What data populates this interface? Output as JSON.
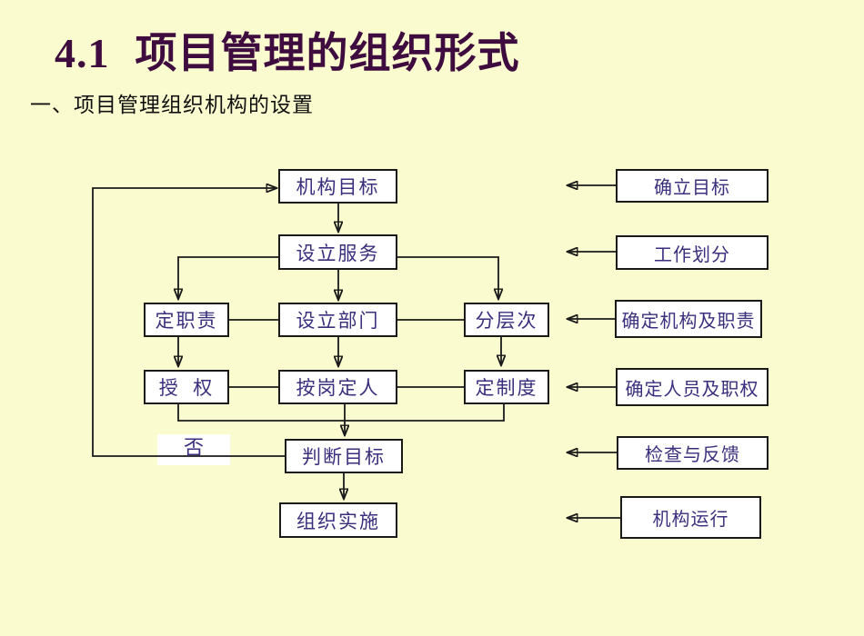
{
  "slide": {
    "section_number": "4.1",
    "title": "项目管理的组织形式",
    "subtitle": "一、项目管理组织机构的设置"
  },
  "flowchart": {
    "nodes": [
      {
        "label": "机构目标"
      },
      {
        "label": "设立服务"
      },
      {
        "label": "定职责"
      },
      {
        "label": "设立部门"
      },
      {
        "label": "分层次"
      },
      {
        "label": "授  权"
      },
      {
        "label": "按岗定人"
      },
      {
        "label": "定制度"
      },
      {
        "label": "判断目标"
      },
      {
        "label": "组织实施"
      }
    ],
    "no_branch_label": "否",
    "annotations": [
      {
        "label": "确立目标"
      },
      {
        "label": "工作划分"
      },
      {
        "label": "确定机构及职责"
      },
      {
        "label": "确定人员及职权"
      },
      {
        "label": "检查与反馈"
      },
      {
        "label": "机构运行"
      }
    ]
  },
  "colors": {
    "background": "#FBFBD0",
    "title_text": "#3E0C3E",
    "subtitle_text": "#111111",
    "node_text": "#3A2F7D",
    "node_fill": "#FFFFFF",
    "line": "#1A1A1A"
  }
}
